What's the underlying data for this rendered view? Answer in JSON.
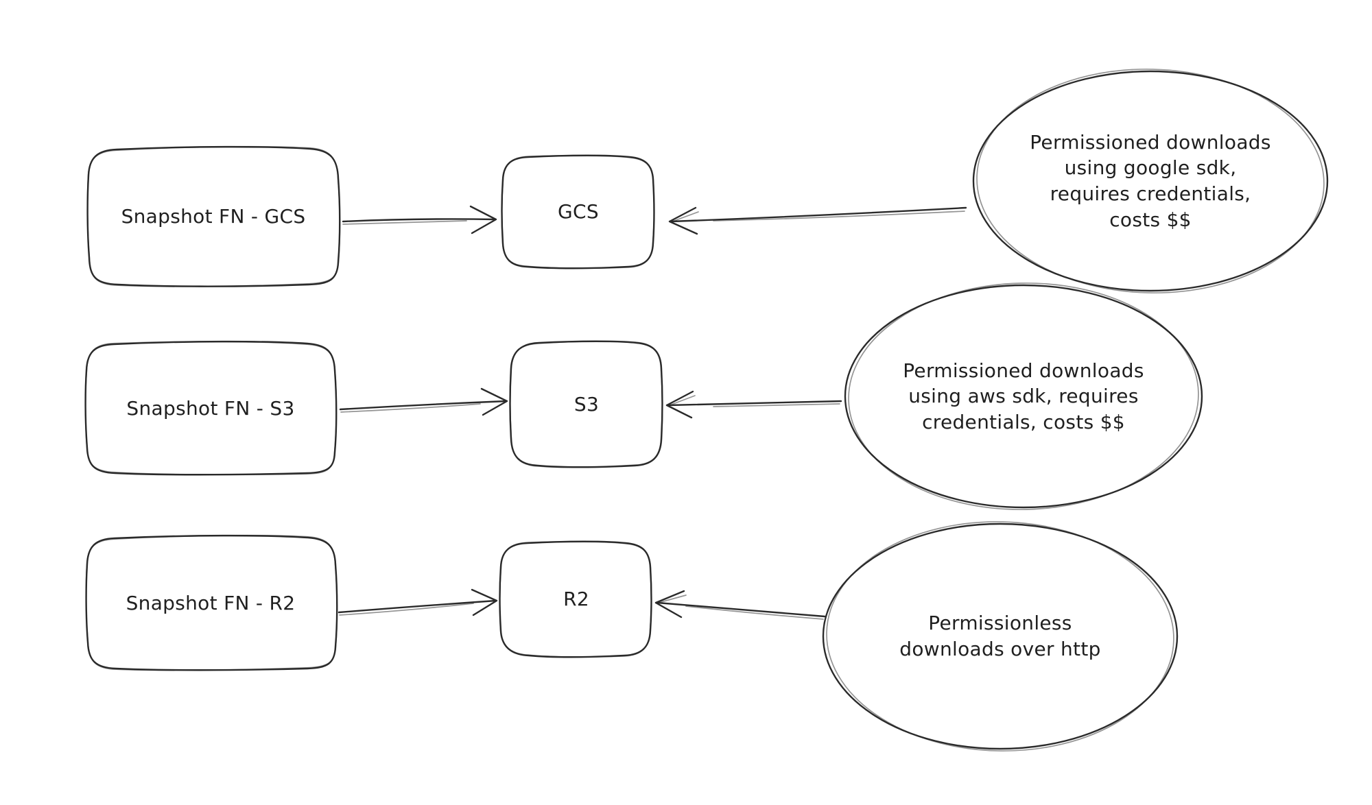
{
  "diagram": {
    "colors": {
      "background": "#ffffff",
      "ink": "#2a2a2a"
    },
    "rows": [
      {
        "source_label": "Snapshot FN - GCS",
        "bucket_label": "GCS",
        "note_lines": [
          "Permissioned downloads",
          "using google sdk,",
          "requires credentials,",
          "costs $$"
        ]
      },
      {
        "source_label": "Snapshot FN - S3",
        "bucket_label": "S3",
        "note_lines": [
          "Permissioned downloads",
          "using aws sdk, requires",
          "credentials, costs $$"
        ]
      },
      {
        "source_label": "Snapshot FN - R2",
        "bucket_label": "R2",
        "note_lines": [
          "Permissionless",
          "downloads over http"
        ]
      }
    ]
  }
}
